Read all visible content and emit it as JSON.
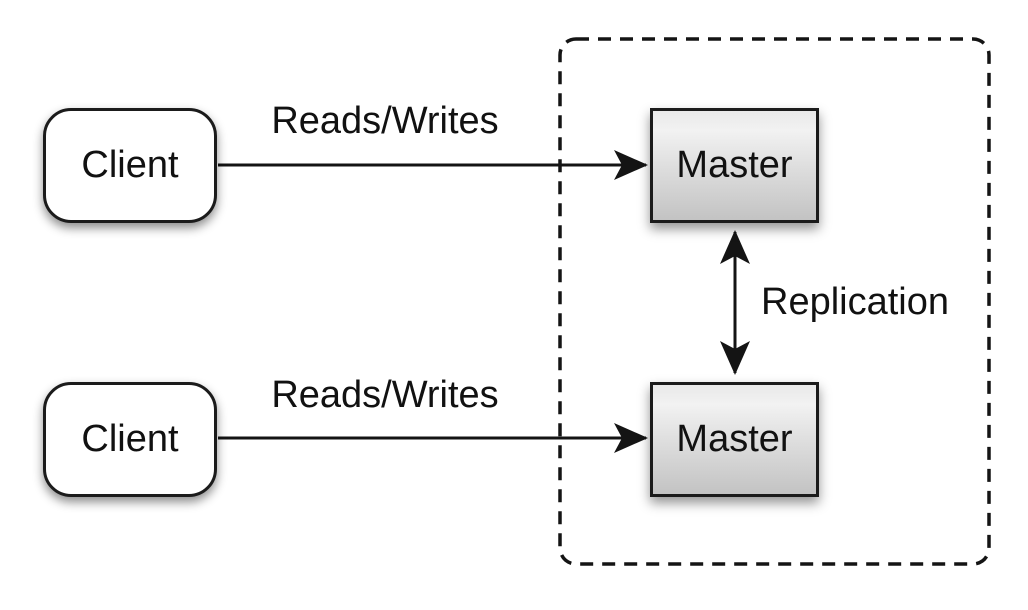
{
  "diagram": {
    "kind": "architecture-diagram",
    "background_color": "#ffffff",
    "line_color": "#141414",
    "text_color": "#111111",
    "nodes": {
      "client_top": {
        "label": "Client",
        "shape": "rounded-rect",
        "fill": "#ffffff"
      },
      "client_bottom": {
        "label": "Client",
        "shape": "rounded-rect",
        "fill": "#ffffff"
      },
      "master_top": {
        "label": "Master",
        "shape": "rect",
        "fill_gradient_top": "#f2f2f2",
        "fill_gradient_bottom": "#c3c3c3"
      },
      "master_bottom": {
        "label": "Master",
        "shape": "rect",
        "fill_gradient_top": "#f2f2f2",
        "fill_gradient_bottom": "#c3c3c3"
      }
    },
    "group": {
      "name": "replication-group",
      "border_style": "dashed",
      "border_color": "#141414",
      "contains": [
        "master_top",
        "master_bottom"
      ]
    },
    "edges": {
      "reads_writes_top": {
        "label": "Reads/Writes",
        "from": "client_top",
        "to": "master_top",
        "direction": "one-way"
      },
      "reads_writes_bottom": {
        "label": "Reads/Writes",
        "from": "client_bottom",
        "to": "master_bottom",
        "direction": "one-way"
      },
      "replication": {
        "label": "Replication",
        "from": "master_top",
        "to": "master_bottom",
        "direction": "two-way"
      }
    }
  }
}
